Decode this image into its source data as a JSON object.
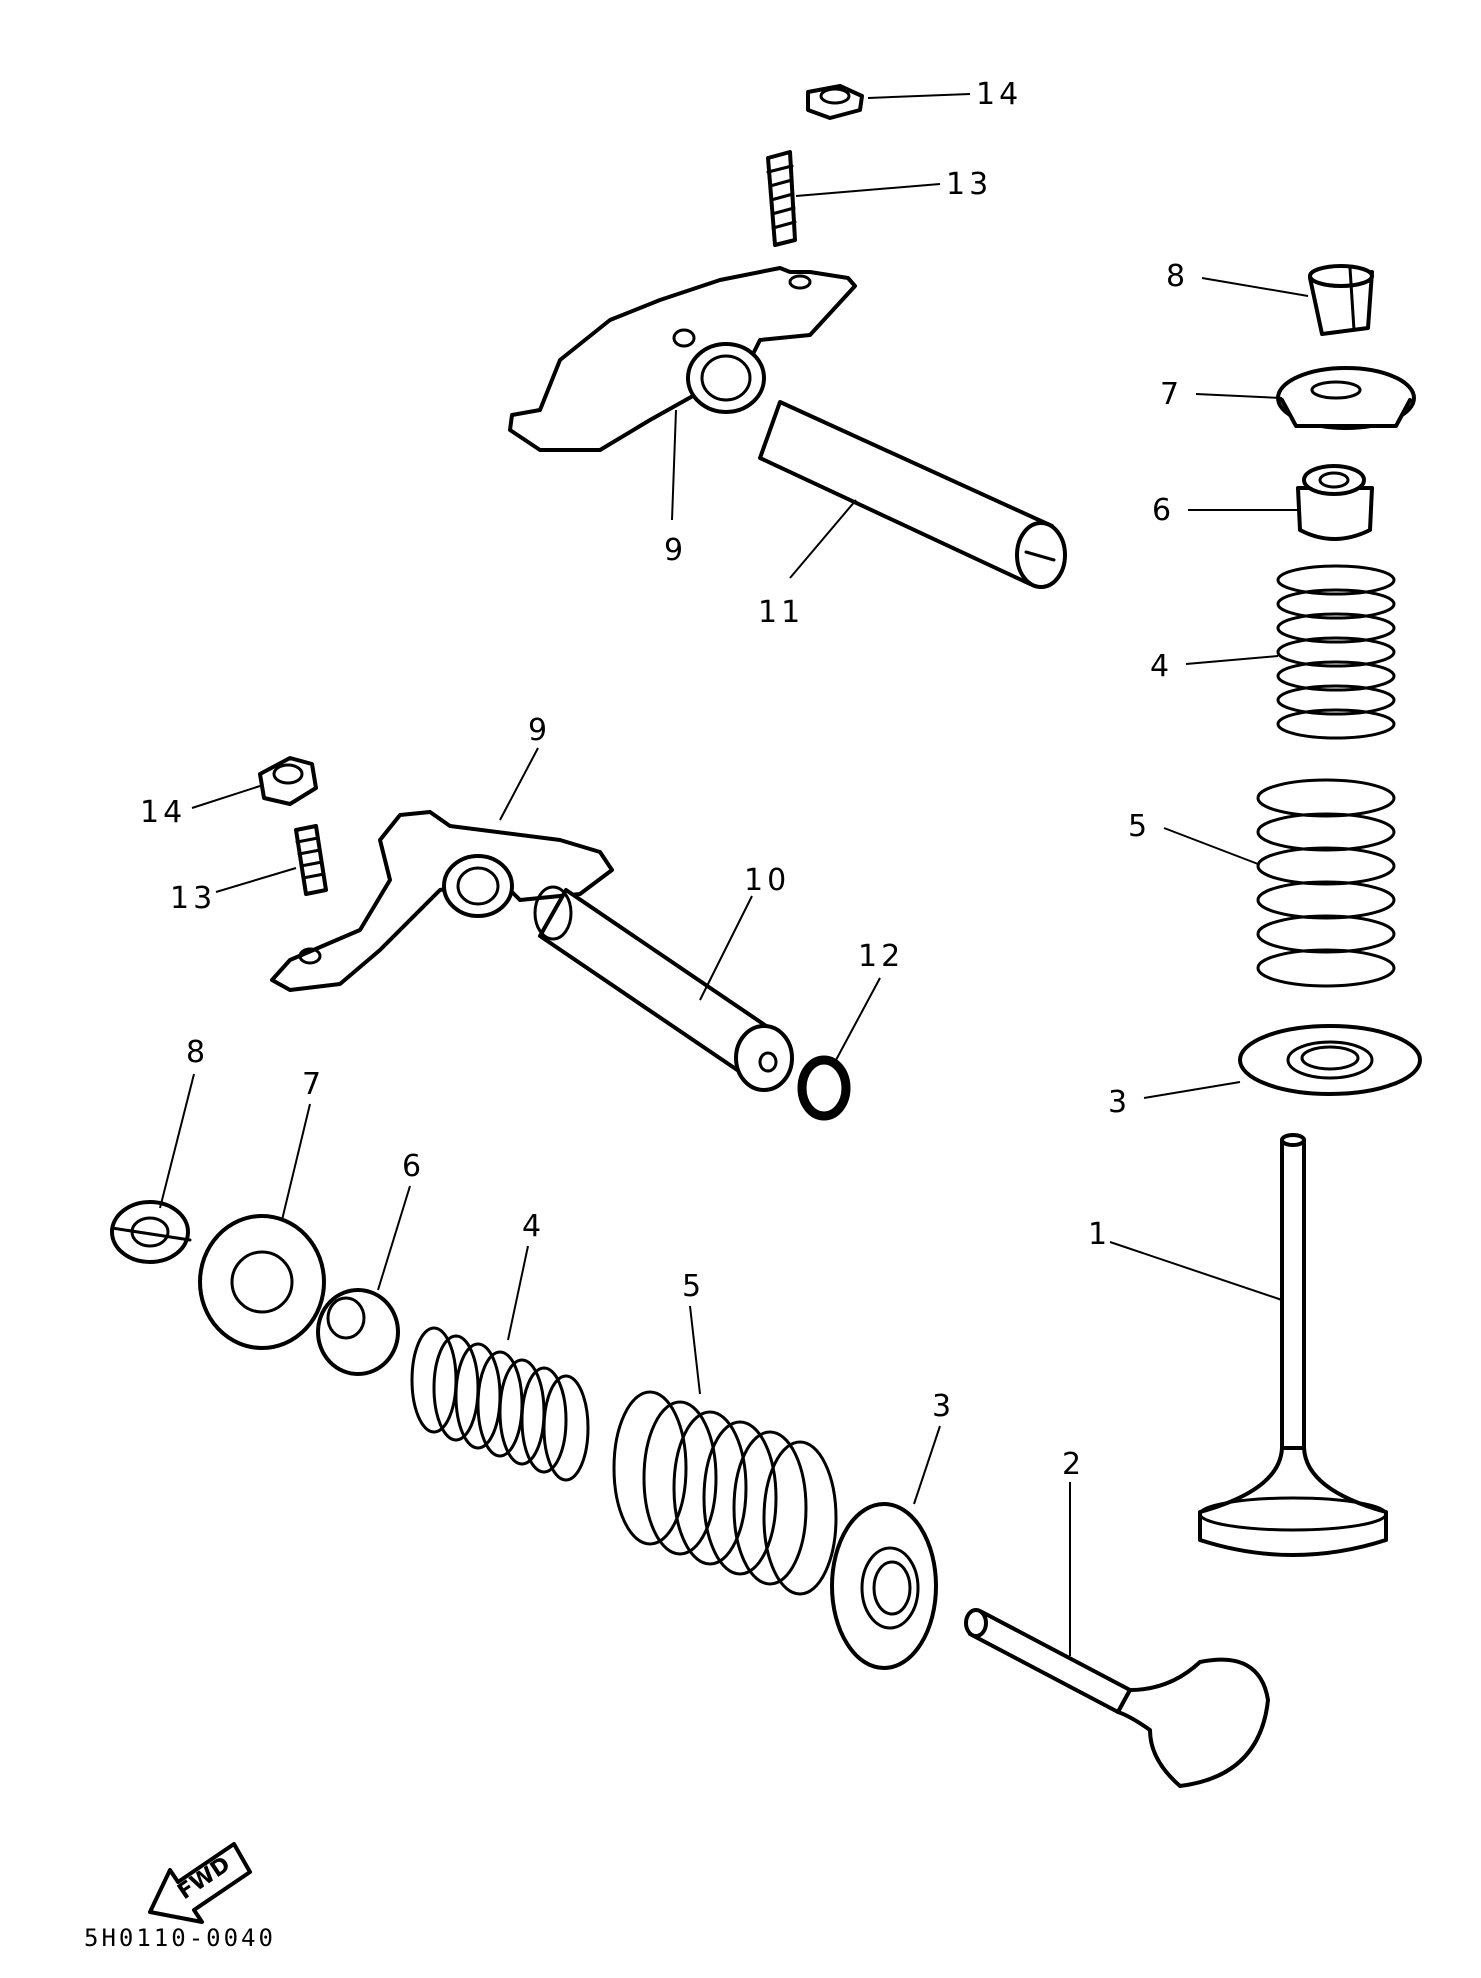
{
  "diagram_code": "5H0110-0040",
  "direction_label": "FWD",
  "callouts": {
    "top_14": "14",
    "top_13": "13",
    "top_9": "9",
    "top_11": "11",
    "right_8": "8",
    "right_7": "7",
    "right_6": "6",
    "right_4": "4",
    "right_5": "5",
    "right_3": "3",
    "right_1": "1",
    "mid_9": "9",
    "mid_14": "14",
    "mid_13": "13",
    "mid_10": "10",
    "mid_12": "12",
    "low_8": "8",
    "low_7": "7",
    "low_6": "6",
    "low_4": "4",
    "low_5": "5",
    "low_3": "3",
    "low_2": "2"
  }
}
